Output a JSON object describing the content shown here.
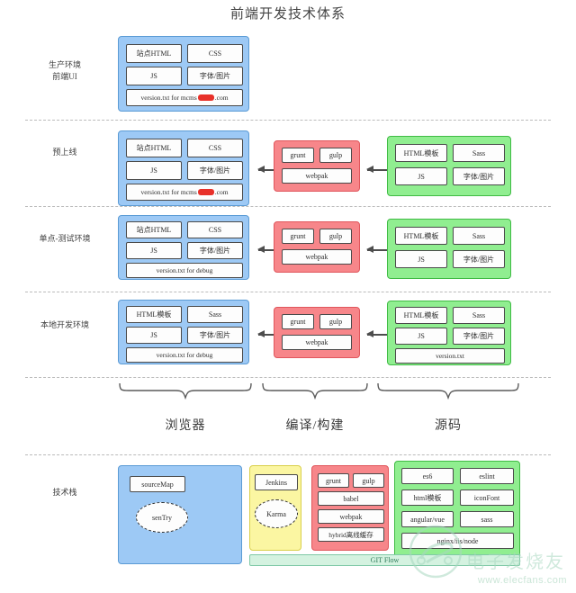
{
  "title": "前端开发技术体系",
  "rows": [
    {
      "label_line1": "生产环境",
      "label_line2": "前端UI",
      "browser": {
        "cells": [
          "站点HTML",
          "CSS",
          "JS",
          "字体/图片"
        ],
        "footer_prefix": "version.txt for mcms",
        "footer_suffix": ".com"
      },
      "build": null,
      "source": null
    },
    {
      "label_line1": "预上线",
      "label_line2": "",
      "browser": {
        "cells": [
          "站点HTML",
          "CSS",
          "JS",
          "字体/图片"
        ],
        "footer_prefix": "version.txt for mcms",
        "footer_suffix": ".com"
      },
      "build": {
        "cells": [
          "grunt",
          "gulp"
        ],
        "footer": "webpak"
      },
      "source": {
        "cells": [
          "HTML模板",
          "Sass",
          "JS",
          "字体/图片"
        ],
        "footer": ""
      }
    },
    {
      "label_line1": "单点-测试环境",
      "label_line2": "",
      "browser": {
        "cells": [
          "站点HTML",
          "CSS",
          "JS",
          "字体/图片"
        ],
        "footer_prefix": "version.txt for debug",
        "footer_suffix": ""
      },
      "build": {
        "cells": [
          "grunt",
          "gulp"
        ],
        "footer": "webpak"
      },
      "source": {
        "cells": [
          "HTML模板",
          "Sass",
          "JS",
          "字体/图片"
        ],
        "footer": ""
      }
    },
    {
      "label_line1": "本地开发环境",
      "label_line2": "",
      "browser": {
        "cells": [
          "HTML模板",
          "Sass",
          "JS",
          "字体/图片"
        ],
        "footer_prefix": "version.txt  for debug",
        "footer_suffix": ""
      },
      "build": {
        "cells": [
          "grunt",
          "gulp"
        ],
        "footer": "webpak"
      },
      "source": {
        "cells": [
          "HTML模板",
          "Sass",
          "JS",
          "字体/图片"
        ],
        "footer": "version.txt"
      }
    }
  ],
  "braces": [
    {
      "label": "浏览器"
    },
    {
      "label": "编译/构建"
    },
    {
      "label": "源码"
    }
  ],
  "techstack": {
    "label": "技术栈",
    "browser": {
      "box": "sourceMap",
      "ellipse": "senTry"
    },
    "ci": {
      "box": "Jenkins",
      "ellipse": "Karma"
    },
    "build": {
      "pair": [
        "grunt",
        "gulp"
      ],
      "stack": [
        "babel",
        "webpak",
        "hybrid离线缓存"
      ]
    },
    "source": {
      "pairs": [
        [
          "es6",
          "eslint"
        ],
        [
          "html模板",
          "iconFont"
        ],
        [
          "angular/vue",
          "sass"
        ]
      ],
      "footer": "nginx/iis/node"
    },
    "gitflow": "GIT Flow"
  },
  "watermark": {
    "cn": "电子发烧友",
    "url": "www.elecfans.com"
  },
  "colors": {
    "blue": "#9dc9f5",
    "blue_border": "#5b9bd5",
    "red": "#f7868a",
    "red_border": "#e0565c",
    "green": "#90ee90",
    "green_border": "#3fbb44",
    "yellow": "#fbf6a2",
    "yellow_border": "#d9cf4a",
    "gitflow": "#d4f2e0",
    "redaction": "#e8312a"
  }
}
